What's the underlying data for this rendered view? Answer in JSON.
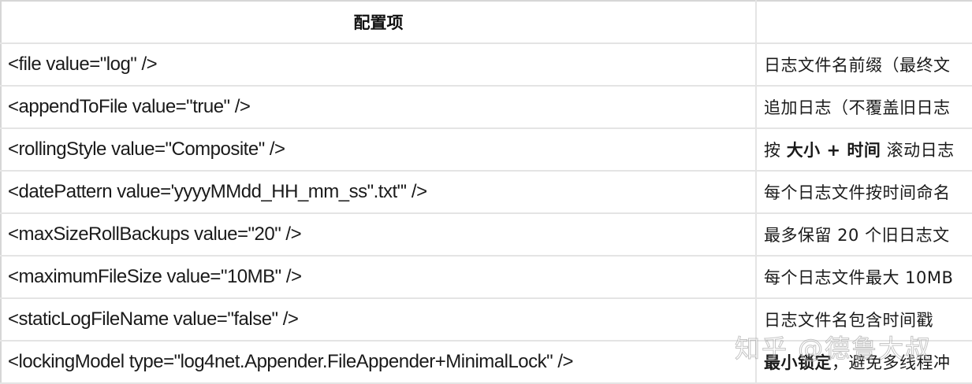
{
  "table": {
    "headers": [
      "配置项",
      ""
    ],
    "rows": [
      {
        "config": "<file value=\"log\" />",
        "desc": [
          {
            "text": "日志文件名前缀（最终文",
            "bold": false
          }
        ]
      },
      {
        "config": "<appendToFile value=\"true\" />",
        "desc": [
          {
            "text": "追加日志（不覆盖旧日志",
            "bold": false
          }
        ]
      },
      {
        "config": "<rollingStyle value=\"Composite\" />",
        "desc": [
          {
            "text": "按 ",
            "bold": false
          },
          {
            "text": "大小 + 时间",
            "bold": true
          },
          {
            "text": " 滚动日志",
            "bold": false
          }
        ]
      },
      {
        "config": "<datePattern value='yyyyMMdd_HH_mm_ss\".txt\"' />",
        "desc": [
          {
            "text": "每个日志文件按时间命名",
            "bold": false
          }
        ]
      },
      {
        "config": "<maxSizeRollBackups value=\"20\" />",
        "desc": [
          {
            "text": "最多保留 20 个旧日志文",
            "bold": false
          }
        ]
      },
      {
        "config": "<maximumFileSize value=\"10MB\" />",
        "desc": [
          {
            "text": "每个日志文件最大 10MB",
            "bold": false
          }
        ]
      },
      {
        "config": "<staticLogFileName value=\"false\" />",
        "desc": [
          {
            "text": "日志文件名包含时间戳",
            "bold": false
          }
        ]
      },
      {
        "config": "<lockingModel type=\"log4net.Appender.FileAppender+MinimalLock\" />",
        "desc": [
          {
            "text": "最小锁定",
            "bold": true
          },
          {
            "text": "，避免多线程冲",
            "bold": false
          }
        ]
      }
    ]
  },
  "watermark": "知乎 @德鲁大叔"
}
